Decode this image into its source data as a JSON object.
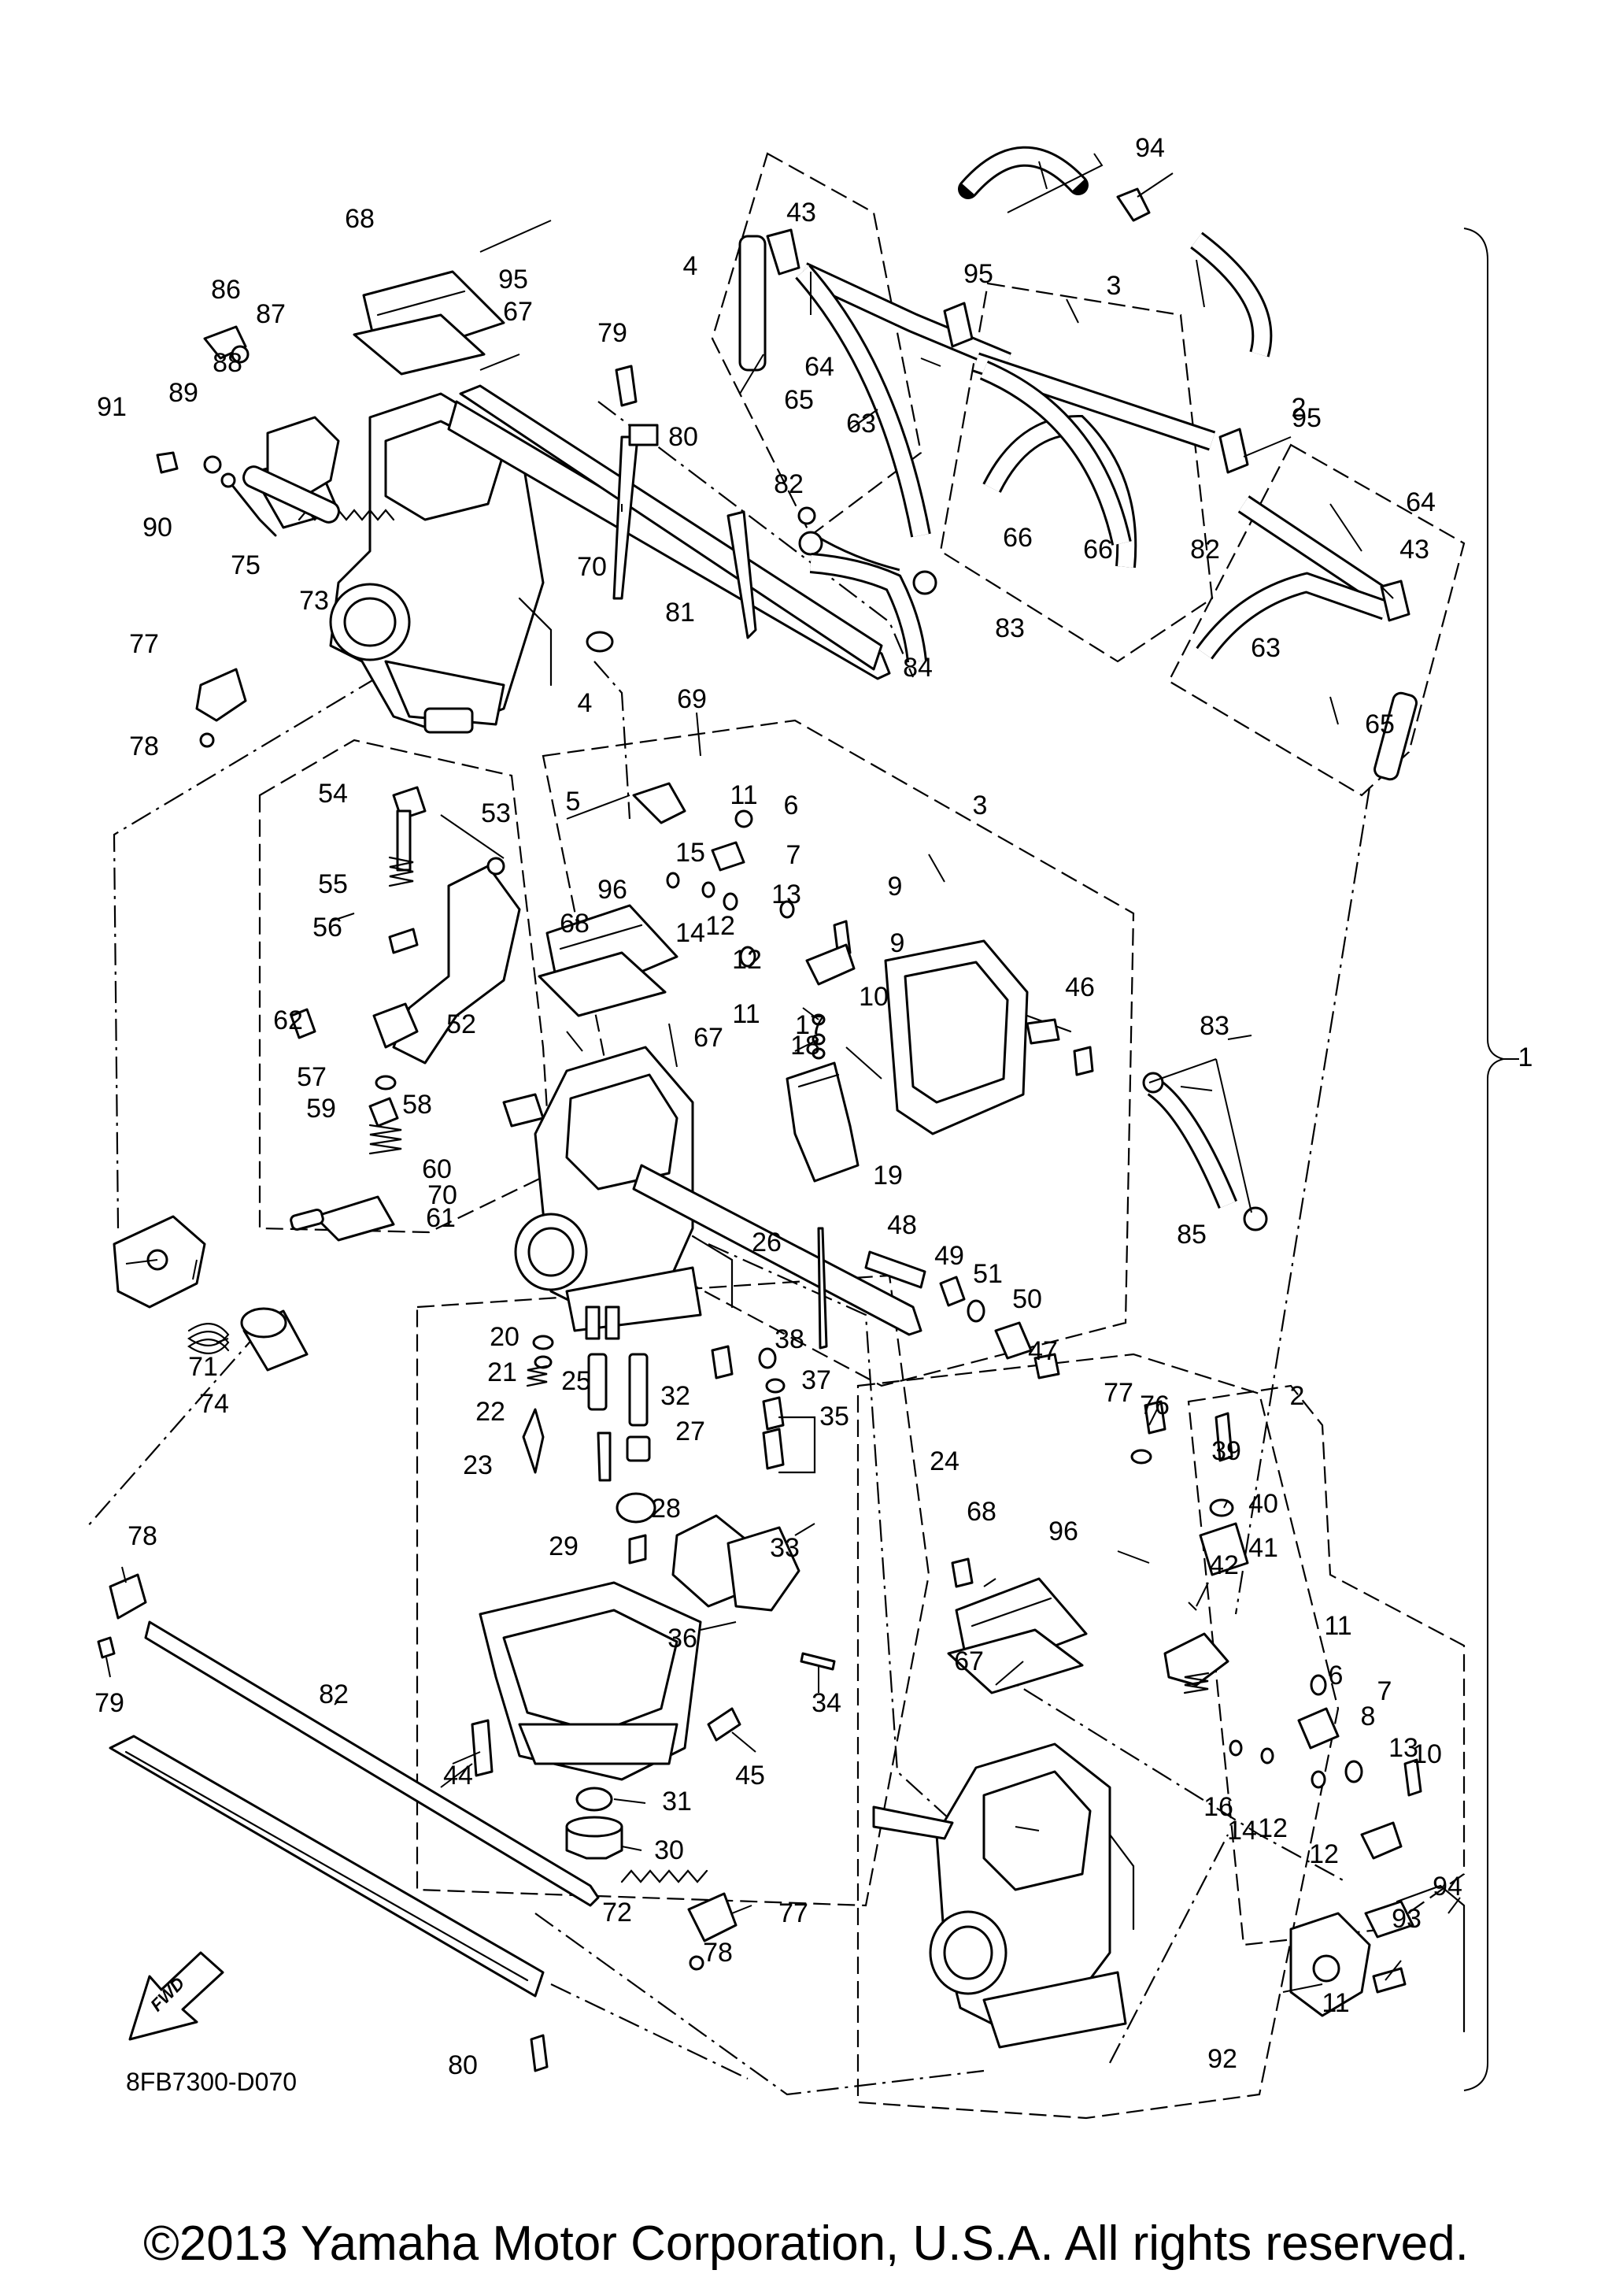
{
  "diagram": {
    "drawing_code": "8FB7300-D070",
    "fwd_label": "FWD",
    "copyright": "©2013 Yamaha Motor Corporation, U.S.A. All rights reserved."
  },
  "callouts": [
    "1",
    "2",
    "2",
    "3",
    "3",
    "4",
    "4",
    "5",
    "6",
    "6",
    "7",
    "7",
    "8",
    "9",
    "9",
    "10",
    "10",
    "11",
    "11",
    "11",
    "11",
    "12",
    "12",
    "12",
    "12",
    "13",
    "13",
    "14",
    "14",
    "15",
    "16",
    "17",
    "18",
    "19",
    "20",
    "21",
    "22",
    "23",
    "24",
    "25",
    "26",
    "27",
    "28",
    "29",
    "30",
    "31",
    "32",
    "33",
    "34",
    "35",
    "36",
    "37",
    "38",
    "39",
    "40",
    "41",
    "42",
    "43",
    "43",
    "44",
    "45",
    "46",
    "47",
    "48",
    "49",
    "50",
    "51",
    "52",
    "53",
    "54",
    "55",
    "56",
    "57",
    "58",
    "59",
    "60",
    "61",
    "62",
    "63",
    "63",
    "64",
    "64",
    "65",
    "65",
    "66",
    "66",
    "67",
    "67",
    "67",
    "68",
    "68",
    "68",
    "69",
    "70",
    "70",
    "71",
    "72",
    "73",
    "74",
    "75",
    "76",
    "77",
    "77",
    "77",
    "78",
    "78",
    "78",
    "79",
    "79",
    "80",
    "80",
    "81",
    "82",
    "82",
    "82",
    "83",
    "83",
    "84",
    "85",
    "86",
    "87",
    "88",
    "89",
    "90",
    "91",
    "92",
    "93",
    "94",
    "94",
    "95",
    "95",
    "95",
    "96",
    "96"
  ]
}
